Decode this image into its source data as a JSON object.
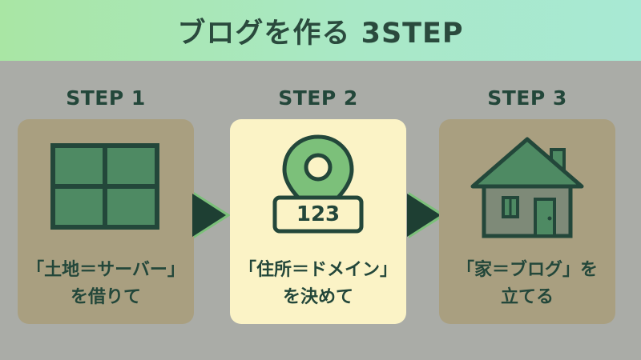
{
  "title": "ブログを作る 3STEP",
  "steps": [
    {
      "label": "STEP 1",
      "caption_line1": "「土地＝サーバー」",
      "caption_line2": "を借りて",
      "icon": "land-grid-icon"
    },
    {
      "label": "STEP 2",
      "caption_line1": "「住所＝ドメイン」",
      "caption_line2": "を決めて",
      "icon": "map-pin-icon",
      "pin_number": "123"
    },
    {
      "label": "STEP 3",
      "caption_line1": "「家＝ブログ」を",
      "caption_line2": "立てる",
      "icon": "house-icon"
    }
  ],
  "colors": {
    "background": "#aaaca7",
    "card": "#a99f80",
    "card_active": "#fbf3c6",
    "dark_green": "#23473a",
    "mid_green": "#4e8a63",
    "light_green": "#7cc07a"
  }
}
